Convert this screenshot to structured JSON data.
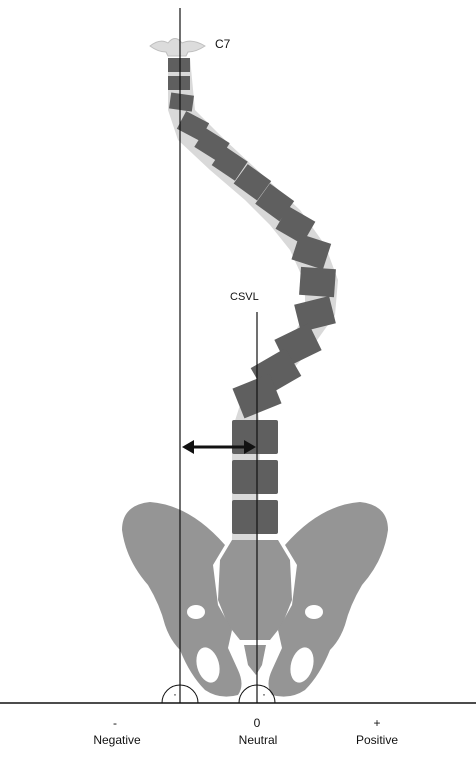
{
  "labels": {
    "c7": "C7",
    "csvl": "CSVL",
    "axis": {
      "negative_sign": "-",
      "zero": "0",
      "positive_sign": "+",
      "negative": "Negative",
      "neutral": "Neutral",
      "positive": "Positive"
    },
    "right_angle_left": "·",
    "right_angle_right": "·"
  },
  "colors": {
    "vertebra": "#5f5f5f",
    "disc": "#d9d9d9",
    "pelvis": "#959595",
    "line": "#111111",
    "c7_vertebra": "#dcdcdc"
  }
}
